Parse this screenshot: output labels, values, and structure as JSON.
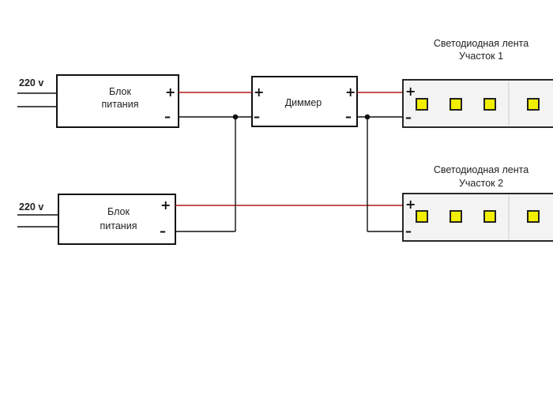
{
  "psu1": {
    "line1": "Блок",
    "line2": "питания"
  },
  "psu2": {
    "line1": "Блок",
    "line2": "питания"
  },
  "dimmer": {
    "label": "Диммер"
  },
  "strip1": {
    "title": "Светодиодная лента",
    "subtitle": "Участок 1"
  },
  "strip2": {
    "title": "Светодиодная лента",
    "subtitle": "Участок 2"
  },
  "mains1": {
    "label": "220  v"
  },
  "mains2": {
    "label": "220  v"
  },
  "signs": {
    "plus": "+",
    "minus": "–"
  },
  "colors": {
    "positive_wire": "#b01818",
    "negative_wire": "#111111",
    "led_fill": "#f2ee00",
    "strip_fill": "#f3f3f3",
    "box_stroke": "#111111"
  }
}
